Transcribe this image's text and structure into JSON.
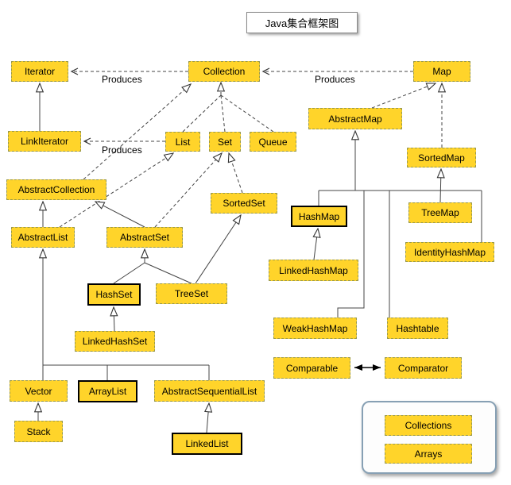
{
  "diagram_title": "Java集合框架图",
  "labels": {
    "produces1": "Produces",
    "produces2": "Produces",
    "produces3": "Produces"
  },
  "colors": {
    "node_fill": "#FFD42A",
    "node_border_dashed": "#99994d",
    "emphasis_border": "#000000",
    "panel_border": "#87a0b4",
    "line": "#444444"
  },
  "nodes": {
    "iterator": {
      "label": "Iterator"
    },
    "collection": {
      "label": "Collection"
    },
    "map": {
      "label": "Map"
    },
    "linkiterator": {
      "label": "LinkIterator"
    },
    "list": {
      "label": "List"
    },
    "set": {
      "label": "Set"
    },
    "queue": {
      "label": "Queue"
    },
    "abstractmap": {
      "label": "AbstractMap"
    },
    "sortedmap": {
      "label": "SortedMap"
    },
    "abstractcollection": {
      "label": "AbstractCollection"
    },
    "sortedset": {
      "label": "SortedSet"
    },
    "hashmap": {
      "label": "HashMap",
      "emphasis": true
    },
    "treemap": {
      "label": "TreeMap"
    },
    "abstractlist": {
      "label": "AbstractList"
    },
    "abstractset": {
      "label": "AbstractSet"
    },
    "identityhashmap": {
      "label": "IdentityHashMap"
    },
    "linkedhashmap": {
      "label": "LinkedHashMap"
    },
    "hashset": {
      "label": "HashSet",
      "emphasis": true
    },
    "treeset": {
      "label": "TreeSet"
    },
    "weakhashmap": {
      "label": "WeakHashMap"
    },
    "hashtable": {
      "label": "Hashtable"
    },
    "linkedhashset": {
      "label": "LinkedHashSet"
    },
    "comparable": {
      "label": "Comparable"
    },
    "comparator": {
      "label": "Comparator"
    },
    "vector": {
      "label": "Vector"
    },
    "arraylist": {
      "label": "ArrayList",
      "emphasis": true
    },
    "abstractsequentiallist": {
      "label": "AbstractSequentialList"
    },
    "stack": {
      "label": "Stack"
    },
    "linkedlist": {
      "label": "LinkedList",
      "emphasis": true
    },
    "collections": {
      "label": "Collections"
    },
    "arrays": {
      "label": "Arrays"
    }
  },
  "edges": [
    {
      "from": "Collection",
      "to": "Iterator",
      "type": "produces"
    },
    {
      "from": "Map",
      "to": "Collection",
      "type": "produces"
    },
    {
      "from": "List",
      "to": "LinkIterator",
      "type": "produces"
    },
    {
      "from": "LinkIterator",
      "to": "Iterator",
      "type": "extends"
    },
    {
      "from": "List",
      "to": "Collection",
      "type": "extends"
    },
    {
      "from": "Set",
      "to": "Collection",
      "type": "extends"
    },
    {
      "from": "Queue",
      "to": "Collection",
      "type": "extends"
    },
    {
      "from": "AbstractCollection",
      "to": "Collection",
      "type": "implements"
    },
    {
      "from": "AbstractList",
      "to": "AbstractCollection",
      "type": "extends"
    },
    {
      "from": "AbstractSet",
      "to": "AbstractCollection",
      "type": "extends"
    },
    {
      "from": "AbstractList",
      "to": "List",
      "type": "implements"
    },
    {
      "from": "AbstractSet",
      "to": "Set",
      "type": "implements"
    },
    {
      "from": "SortedSet",
      "to": "Set",
      "type": "extends"
    },
    {
      "from": "TreeSet",
      "to": "SortedSet",
      "type": "implements"
    },
    {
      "from": "HashSet",
      "to": "AbstractSet",
      "type": "extends"
    },
    {
      "from": "TreeSet",
      "to": "AbstractSet",
      "type": "extends"
    },
    {
      "from": "LinkedHashSet",
      "to": "HashSet",
      "type": "extends"
    },
    {
      "from": "Vector",
      "to": "AbstractList",
      "type": "extends"
    },
    {
      "from": "ArrayList",
      "to": "AbstractList",
      "type": "extends"
    },
    {
      "from": "AbstractSequentialList",
      "to": "AbstractList",
      "type": "extends"
    },
    {
      "from": "Stack",
      "to": "Vector",
      "type": "extends"
    },
    {
      "from": "LinkedList",
      "to": "AbstractSequentialList",
      "type": "extends"
    },
    {
      "from": "AbstractMap",
      "to": "Map",
      "type": "implements"
    },
    {
      "from": "SortedMap",
      "to": "Map",
      "type": "extends"
    },
    {
      "from": "TreeMap",
      "to": "SortedMap",
      "type": "implements"
    },
    {
      "from": "HashMap",
      "to": "AbstractMap",
      "type": "extends"
    },
    {
      "from": "WeakHashMap",
      "to": "AbstractMap",
      "type": "extends"
    },
    {
      "from": "Hashtable",
      "to": "AbstractMap",
      "type": "extends"
    },
    {
      "from": "IdentityHashMap",
      "to": "AbstractMap",
      "type": "extends"
    },
    {
      "from": "LinkedHashMap",
      "to": "HashMap",
      "type": "extends"
    },
    {
      "from": "Comparable",
      "to": "Comparator",
      "type": "bidirectional-association"
    }
  ]
}
